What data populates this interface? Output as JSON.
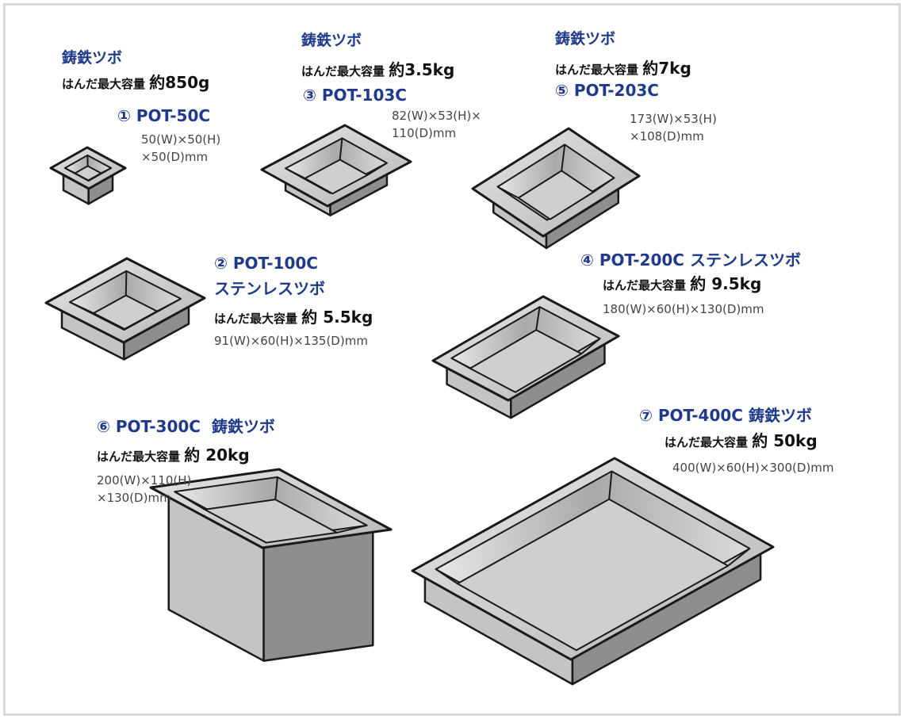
{
  "pots": [
    {
      "model": "① POT-50C",
      "material": "鋳鉄ツボ",
      "capacity_label": "はんだ最大容量",
      "capacity": "約850g",
      "dims": [
        "50(W)×50(H)",
        "×50(D)mm"
      ]
    },
    {
      "model": "② POT-100C",
      "material": "ステンレスツボ",
      "capacity_label": "はんだ最大容量",
      "capacity": "約 5.5kg",
      "dims": [
        "91(W)×60(H)×135(D)mm"
      ]
    },
    {
      "model": "③ POT-103C",
      "material": "鋳鉄ツボ",
      "capacity_label": "はんだ最大容量",
      "capacity": "約3.5kg",
      "dims": [
        "82(W)×53(H)×",
        "110(D)mm"
      ]
    },
    {
      "model": "④ POT-200C",
      "material": "ステンレスツボ",
      "capacity_label": "はんだ最大容量",
      "capacity": "約 9.5kg",
      "dims": [
        "180(W)×60(H)×130(D)mm"
      ]
    },
    {
      "model": "⑤ POT-203C",
      "material": "鋳鉄ツボ",
      "capacity_label": "はんだ最大容量",
      "capacity": "約7kg",
      "dims": [
        "173(W)×53(H)",
        "×108(D)mm"
      ]
    },
    {
      "model": "⑥ POT-300C",
      "material": "鋳鉄ツボ",
      "capacity_label": "はんだ最大容量",
      "capacity": "約 20kg",
      "dims": [
        "200(W)×110(H)",
        "×130(D)mm"
      ]
    },
    {
      "model": "⑦ POT-400C",
      "material": "鋳鉄ツボ",
      "capacity_label": "はんだ最大容量",
      "capacity": "約 50kg",
      "dims": [
        "400(W)×60(H)×300(D)mm"
      ]
    }
  ],
  "colors": {
    "title": "#1f3a8a",
    "outline": "#1a1a1a",
    "flange": "#d2d2d2",
    "side_light": "#c4c4c4",
    "side_dark": "#8e8e8e"
  }
}
